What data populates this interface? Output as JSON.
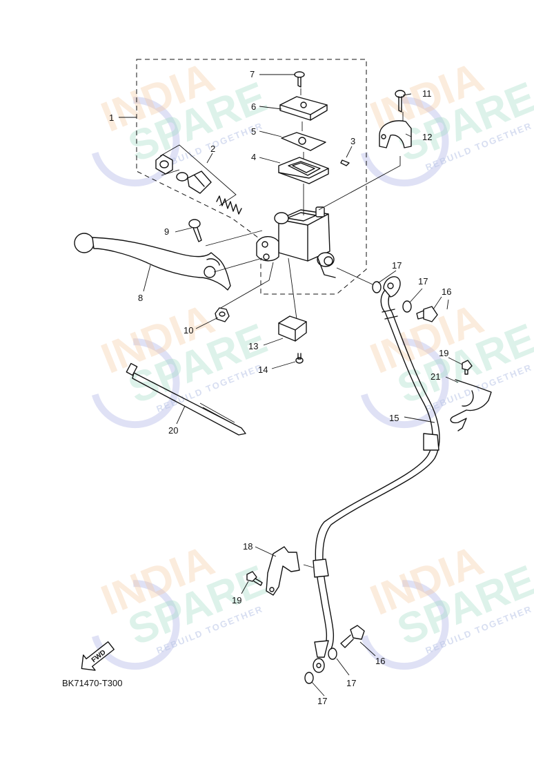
{
  "diagram": {
    "part_callouts": [
      "1",
      "2",
      "3",
      "4",
      "5",
      "6",
      "7",
      "8",
      "9",
      "10",
      "11",
      "12",
      "13",
      "14",
      "15",
      "16",
      "16",
      "17",
      "17",
      "17",
      "17",
      "18",
      "19",
      "19",
      "20",
      "21"
    ],
    "callouts": {
      "c1": "1",
      "c2": "2",
      "c3": "3",
      "c4": "4",
      "c5": "5",
      "c6": "6",
      "c7": "7",
      "c8": "8",
      "c9": "9",
      "c10": "10",
      "c11": "11",
      "c12": "12",
      "c13": "13",
      "c14": "14",
      "c15": "15",
      "c16a": "16",
      "c16b": "16",
      "c17a": "17",
      "c17b": "17",
      "c17c": "17",
      "c17d": "17",
      "c18": "18",
      "c19a": "19",
      "c19b": "19",
      "c20": "20",
      "c21": "21"
    },
    "figure_code": "BK71470-T300",
    "direction_label": "FWD"
  },
  "watermark": {
    "line1": "INDIA",
    "line2": "SPARE",
    "tagline": "REBUILD TOGETHER",
    "colors": {
      "line1": "#f6c9a0",
      "line2": "#9fdcc4",
      "logo": "#c5c9ec"
    }
  }
}
